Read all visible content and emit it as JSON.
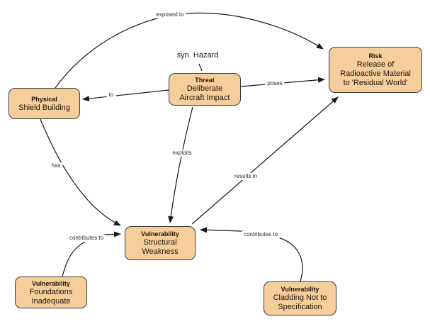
{
  "colors": {
    "node_fill": "#f6ce9b",
    "node_border": "#3e3a33",
    "edge_line": "#171717",
    "background": "#ffffff",
    "node_text": "#1c1308",
    "edge_label_text": "#2b2b2b"
  },
  "free_labels": {
    "syn_hazard": "syn. Hazard"
  },
  "nodes": [
    {
      "id": "physical",
      "title": "Physical",
      "body": "Shield Building"
    },
    {
      "id": "threat",
      "title": "Threat",
      "body": "Deliberate\nAircraft Impact"
    },
    {
      "id": "risk",
      "title": "Risk",
      "body": "Release of\nRadioactive Material\nto 'Residual World'"
    },
    {
      "id": "vulnerability-structural",
      "title": "Vulnerability",
      "body": "Structural\nWeakness"
    },
    {
      "id": "vulnerability-foundations",
      "title": "Vulnerability",
      "body": "Foundations\nInadequate"
    },
    {
      "id": "vulnerability-cladding",
      "title": "Vulnerability",
      "body": "Cladding Not to\nSpecification"
    }
  ],
  "edges": [
    {
      "id": "exposed-to",
      "label": "exposed to",
      "from": "physical",
      "to": "risk"
    },
    {
      "id": "to",
      "label": "to",
      "from": "threat",
      "to": "physical"
    },
    {
      "id": "poses",
      "label": "poses",
      "from": "threat",
      "to": "risk"
    },
    {
      "id": "exploits",
      "label": "exploits",
      "from": "threat",
      "to": "vulnerability-structural"
    },
    {
      "id": "has",
      "label": "has",
      "from": "physical",
      "to": "vulnerability-structural"
    },
    {
      "id": "results-in",
      "label": "results in",
      "from": "vulnerability-structural",
      "to": "risk"
    },
    {
      "id": "contributes-to-left",
      "label": "contributes to",
      "from": "vulnerability-foundations",
      "to": "vulnerability-structural"
    },
    {
      "id": "contributes-to-right",
      "label": "contributes to",
      "from": "vulnerability-cladding",
      "to": "vulnerability-structural"
    }
  ]
}
